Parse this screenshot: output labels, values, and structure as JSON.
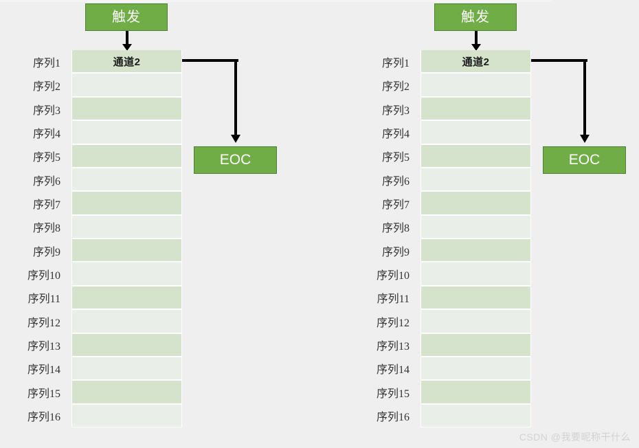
{
  "background_color": "#efefef",
  "accent_green": "#70ad47",
  "row_dark_color": "#d6e3cc",
  "row_light_color": "#e9eee8",
  "connector_color": "#000000",
  "panels": [
    {
      "trigger_label": "触发",
      "channel_label": "通道2",
      "eoc_label": "EOC",
      "sequence_labels": [
        "序列1",
        "序列2",
        "序列3",
        "序列4",
        "序列5",
        "序列6",
        "序列7",
        "序列8",
        "序列9",
        "序列10",
        "序列11",
        "序列12",
        "序列13",
        "序列14",
        "序列15",
        "序列16"
      ]
    },
    {
      "trigger_label": "触发",
      "channel_label": "通道2",
      "eoc_label": "EOC",
      "sequence_labels": [
        "序列1",
        "序列2",
        "序列3",
        "序列4",
        "序列5",
        "序列6",
        "序列7",
        "序列8",
        "序列9",
        "序列10",
        "序列11",
        "序列12",
        "序列13",
        "序列14",
        "序列15",
        "序列16"
      ]
    }
  ],
  "watermark": "CSDN @我要昵称干什么"
}
